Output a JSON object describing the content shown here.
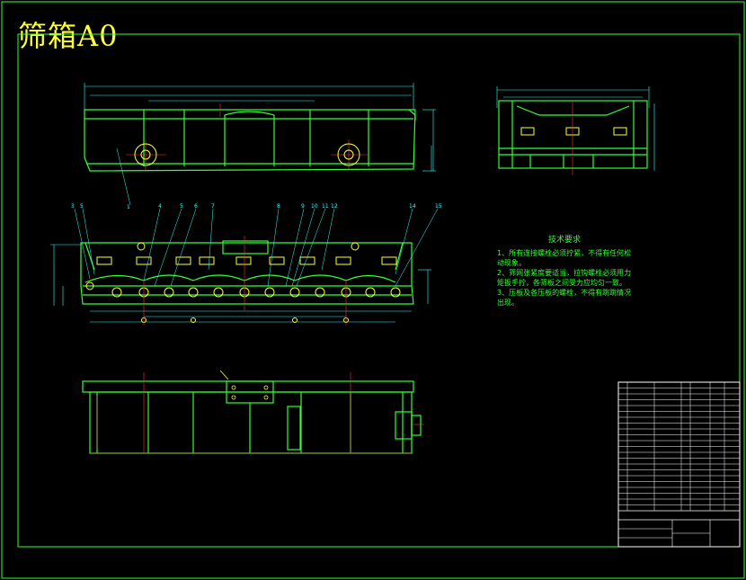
{
  "drawing": {
    "title": "筛箱A0",
    "colors": {
      "background": "#000000",
      "frame": "#33ff33",
      "outline": "#33ff33",
      "dimension": "#33ffff",
      "centerline": "#ff3333",
      "title_text": "#ffff33",
      "notes_text": "#33ff33",
      "detail": "#ffff33"
    }
  },
  "callouts": [
    "3",
    "5",
    "4",
    "5",
    "6",
    "7",
    "8",
    "9",
    "10",
    "11",
    "12",
    "14",
    "15",
    "1"
  ],
  "tech_requirements": {
    "heading": "技术要求",
    "items": [
      "1、所有连接螺栓必须拧紧，不得有任何松动现象。",
      "2、筛网张紧度要适当，拉钩螺栓必须用力矩扳手拧，各筛板之间受力应均匀一致。",
      "3、压板及各压板的螺栓，不得有跳跳情况出现。"
    ]
  }
}
